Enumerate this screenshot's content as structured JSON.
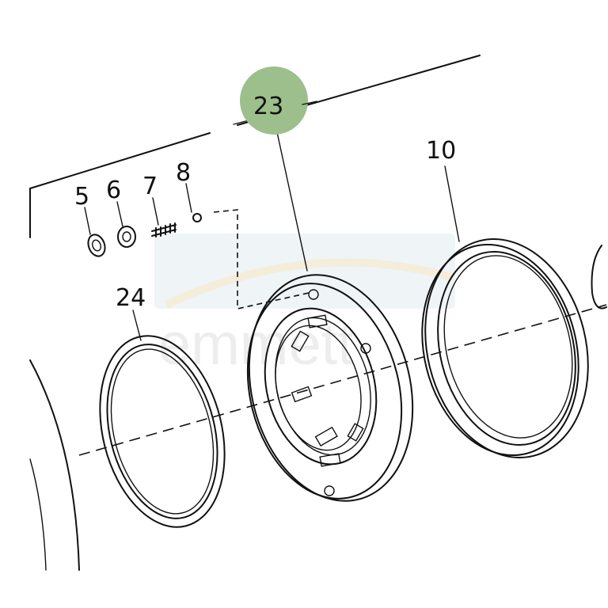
{
  "diagram": {
    "highlight_color": "#9cbf8c",
    "watermark_color": "#e9eef2",
    "callouts": [
      {
        "id": "5",
        "label": "5"
      },
      {
        "id": "6",
        "label": "6"
      },
      {
        "id": "7",
        "label": "7"
      },
      {
        "id": "8",
        "label": "8"
      },
      {
        "id": "23",
        "label": "23"
      },
      {
        "id": "24",
        "label": "24"
      },
      {
        "id": "10",
        "label": "10"
      }
    ],
    "watermark_text": "emmett"
  }
}
